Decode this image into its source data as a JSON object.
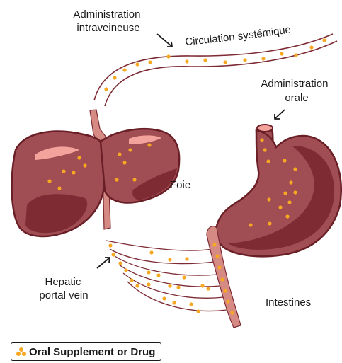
{
  "labels": {
    "iv_admin": [
      "Administration",
      "intraveineuse"
    ],
    "systemic": "Circulation systémique",
    "oral_admin": [
      "Administration",
      "orale"
    ],
    "liver": "Foie",
    "portal_vein": [
      "Hepatic",
      "portal vein"
    ],
    "intestines": "Intestines"
  },
  "legend": {
    "label": "Oral Supplement or Drug",
    "icon": "dots-cluster-icon"
  },
  "colors": {
    "organ": "#a04d53",
    "organ_dark": "#7e2b34",
    "organ_highlight": "#f3a39c",
    "vessel": "#d58b84",
    "dot": "#f7a823",
    "outline": "#6a1f27"
  }
}
